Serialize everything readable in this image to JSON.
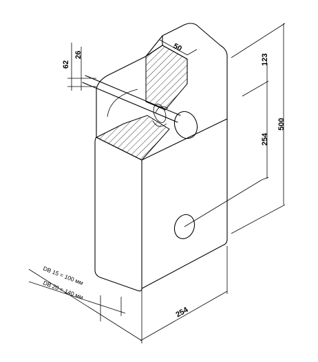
{
  "dimensions": {
    "notch_width": "50",
    "top_offset": "123",
    "hole_spacing": "254",
    "total_height": "500",
    "bottom_width": "254",
    "vertical_offset_outer": "62",
    "vertical_offset_inner": "26"
  },
  "notes": {
    "db15": "DB 15 = 100 мм",
    "db20": "DB 20 = 140 мм"
  }
}
